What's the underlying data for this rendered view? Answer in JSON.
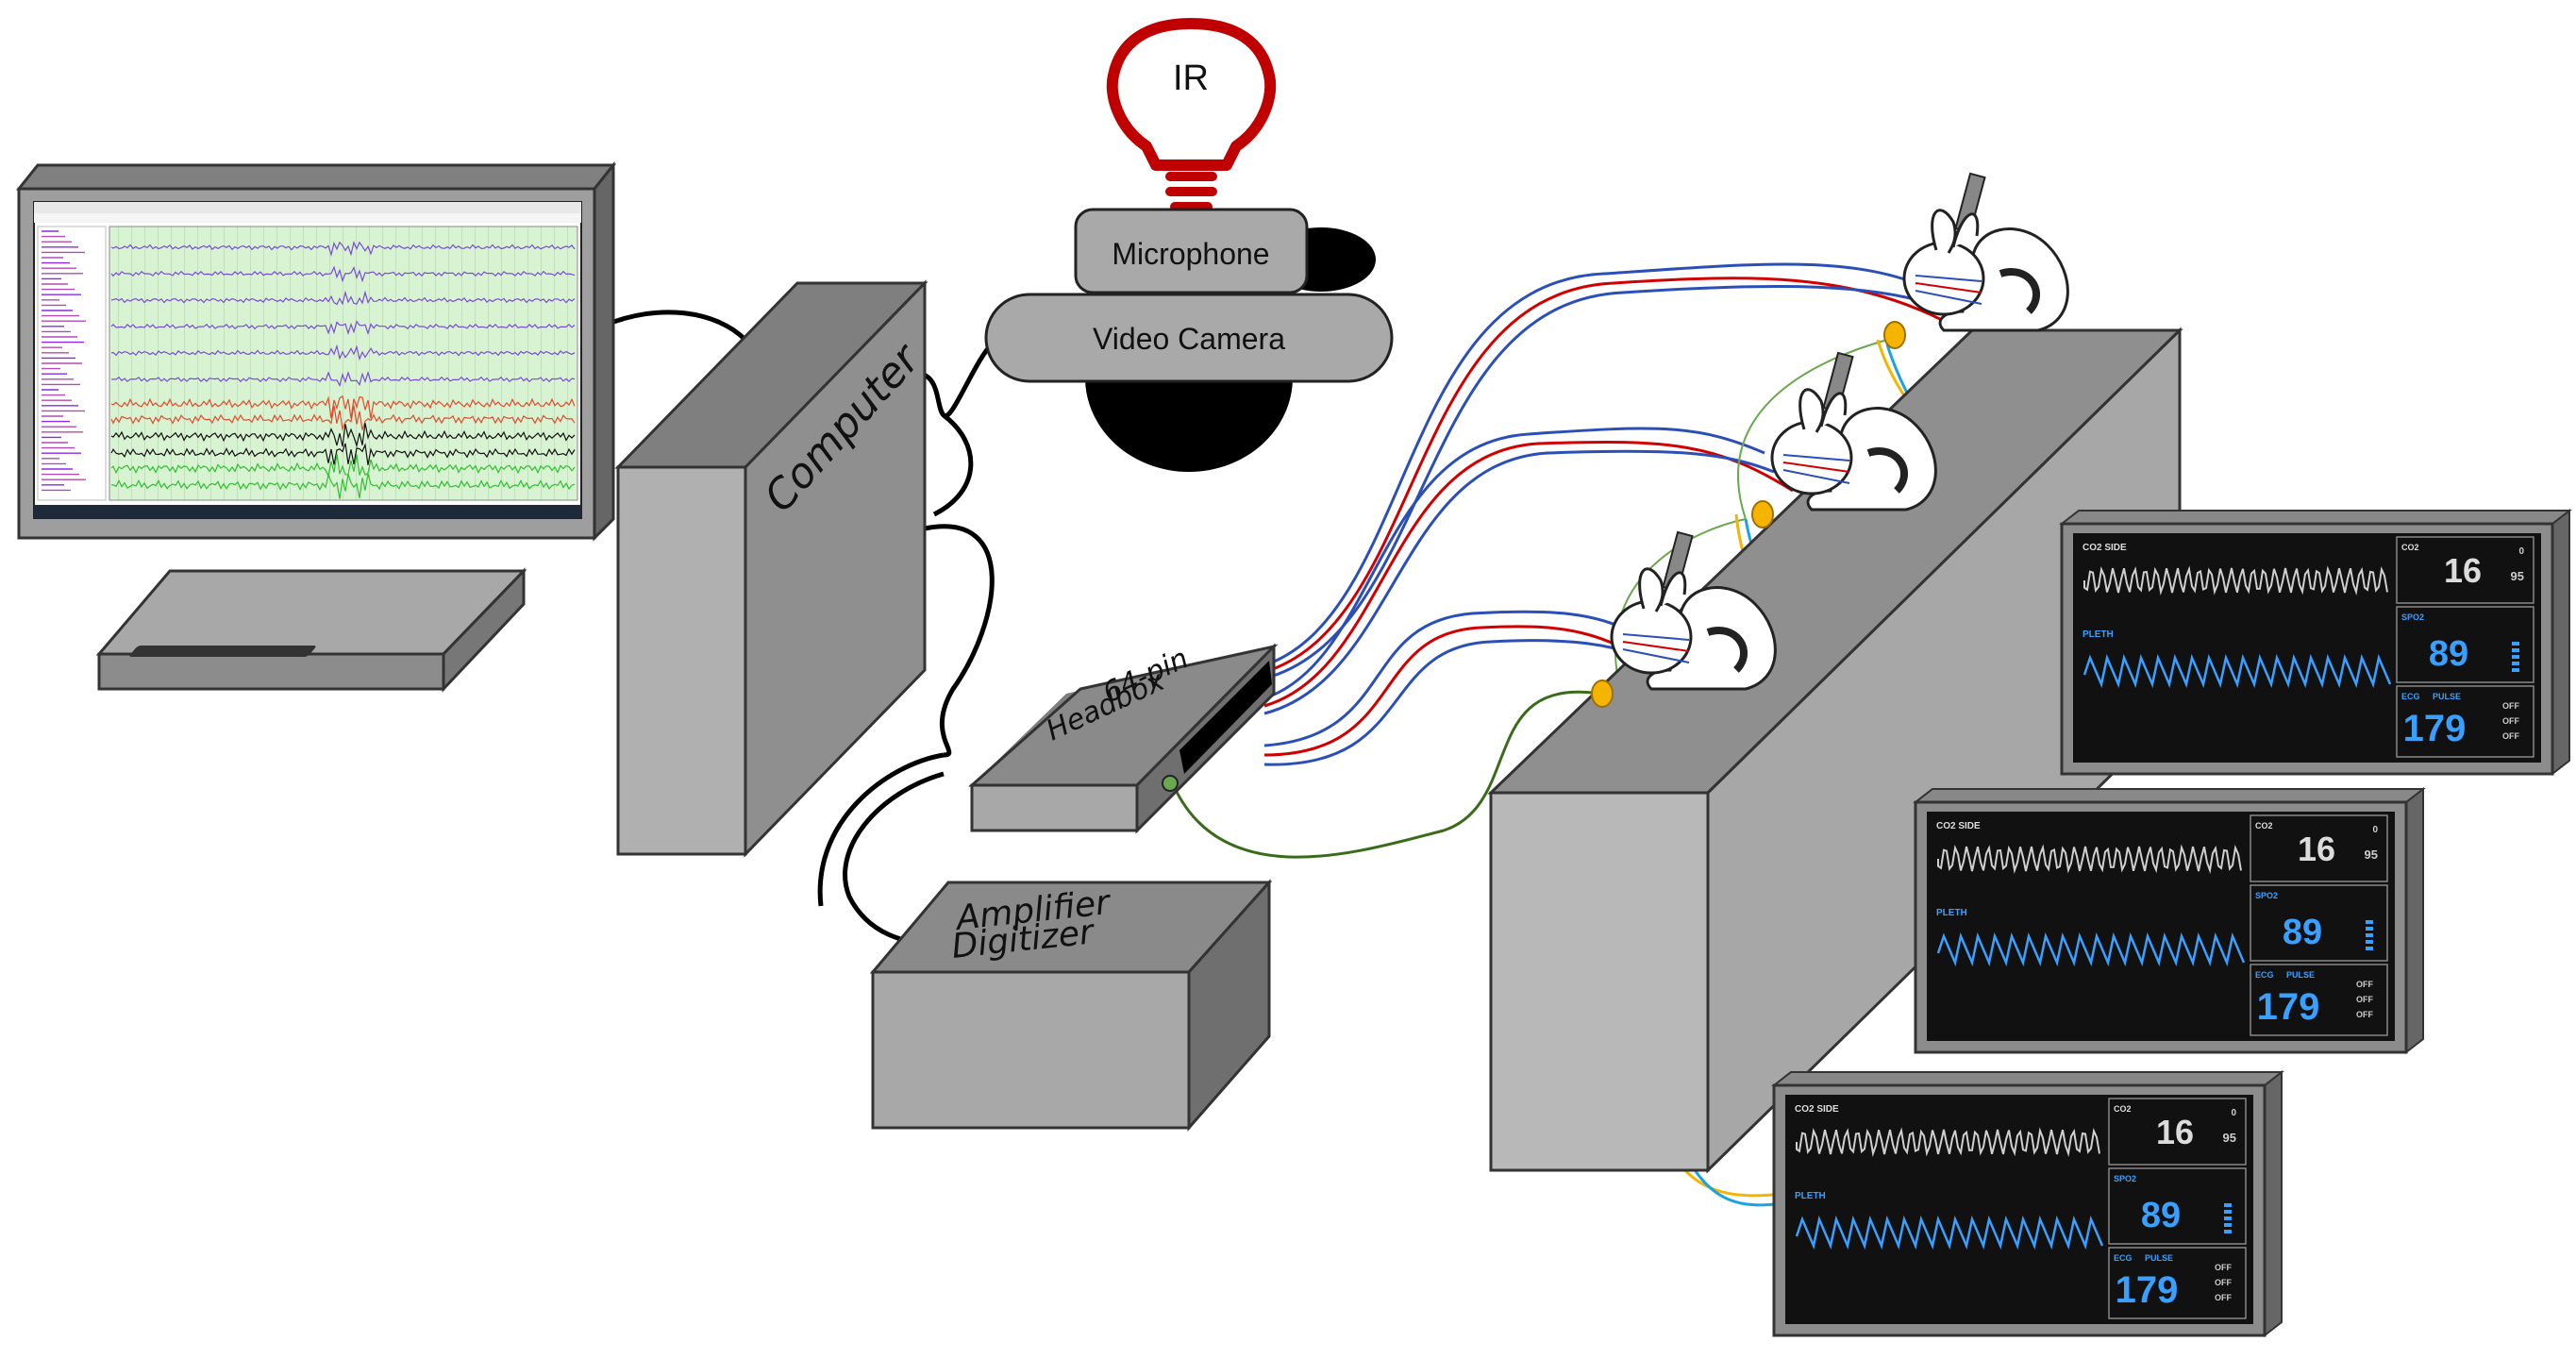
{
  "labels": {
    "ir": "IR",
    "microphone": "Microphone",
    "video_camera": "Video Camera",
    "computer": "Computer",
    "headbox_line1": "64-pin",
    "headbox_line2": "Headbox",
    "amplifier_line1": "Amplifier",
    "amplifier_line2": "Digitizer"
  },
  "monitor": {
    "co2_header": "CO2",
    "co2_mode": "SIDE",
    "co2_label": "CO2",
    "co2_value": "16",
    "co2_small_a": "0",
    "co2_small_b": "95",
    "pleth_label": "PLETH",
    "spo2_label": "SPO2",
    "spo2_value": "89",
    "ecg_label": "ECG",
    "pulse_label": "PULSE",
    "pulse_value": "179",
    "off_label": "OFF"
  },
  "colors": {
    "box_gray": "#b3b3b3",
    "box_dark": "#808080",
    "ir_red": "#c00000",
    "wire_red": "#d00000",
    "wire_blue": "#2b4fb5",
    "wire_green": "#3a6b1a",
    "wire_orange": "#f5b400",
    "wire_cyan": "#1aa3e0",
    "monitor_screen": "#111111",
    "monitor_blue": "#3aa0ff"
  }
}
